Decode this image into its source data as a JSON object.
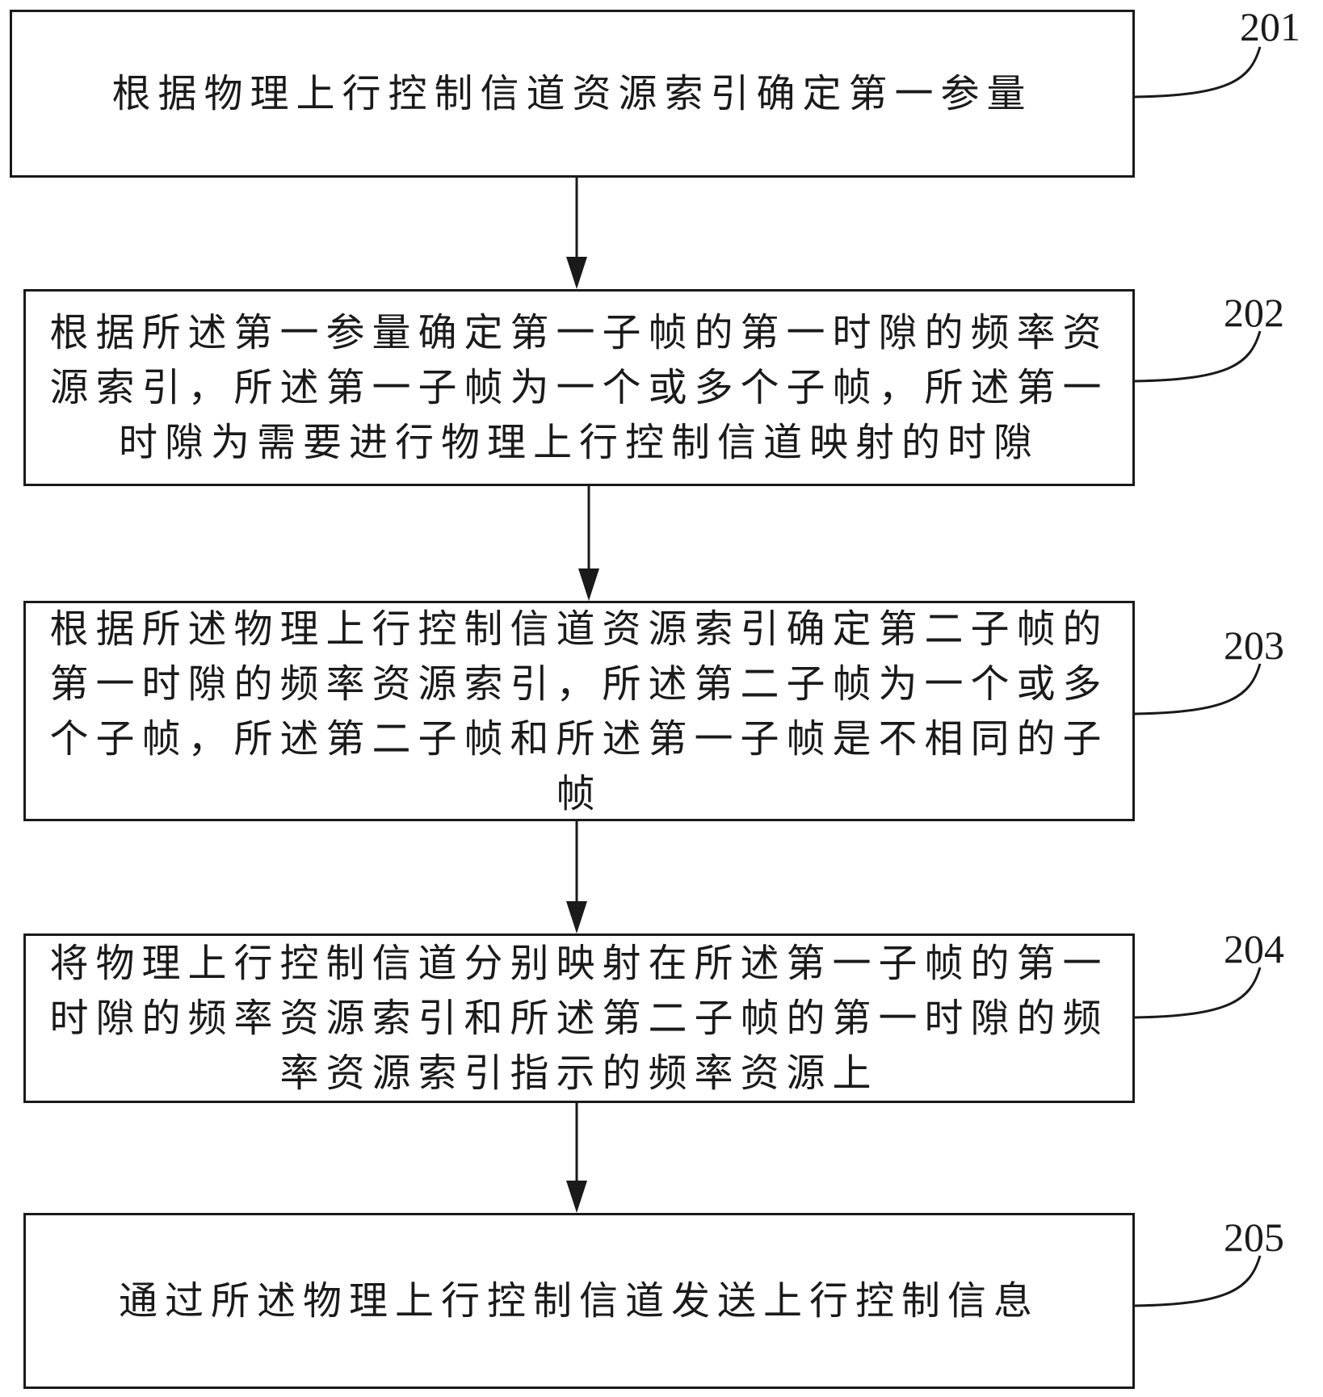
{
  "steps": [
    {
      "id": "201",
      "text": "根据物理上行控制信道资源索引确定第一参量"
    },
    {
      "id": "202",
      "text": "根据所述第一参量确定第一子帧的第一时隙的频率资源索引，所述第一子帧为一个或多个子帧，所述第一时隙为需要进行物理上行控制信道映射的时隙"
    },
    {
      "id": "203",
      "text": "根据所述物理上行控制信道资源索引确定第二子帧的第一时隙的频率资源索引，所述第二子帧为一个或多个子帧，所述第二子帧和所述第一子帧是不相同的子帧"
    },
    {
      "id": "204",
      "text": "将物理上行控制信道分别映射在所述第一子帧的第一时隙的频率资源索引和所述第二子帧的第一时隙的频率资源索引指示的频率资源上"
    },
    {
      "id": "205",
      "text": "通过所述物理上行控制信道发送上行控制信息"
    }
  ]
}
